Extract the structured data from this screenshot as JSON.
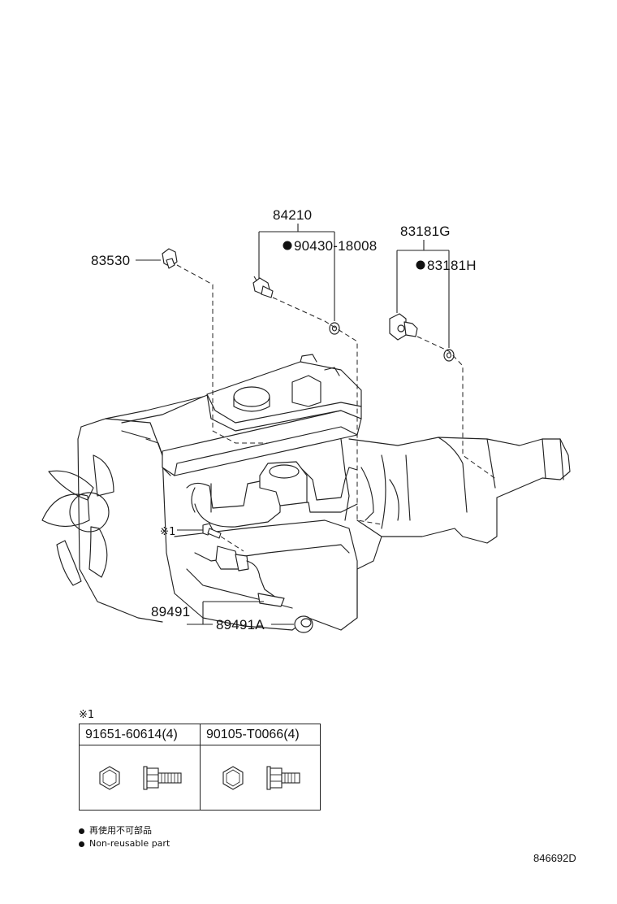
{
  "parts": {
    "p84210": "84210",
    "p90430": "90430-18008",
    "p83181g": "83181G",
    "p83181h": "83181H",
    "p83530": "83530",
    "p89491": "89491",
    "p89491a": "89491A",
    "ref_mark": "※1"
  },
  "table": {
    "ref_mark": "※1",
    "col1": "91651-60614(4)",
    "col2": "90105-T0066(4)"
  },
  "legend": {
    "jp": "再使用不可部品",
    "en": "Non-reusable part"
  },
  "drawing_id": "846692D"
}
